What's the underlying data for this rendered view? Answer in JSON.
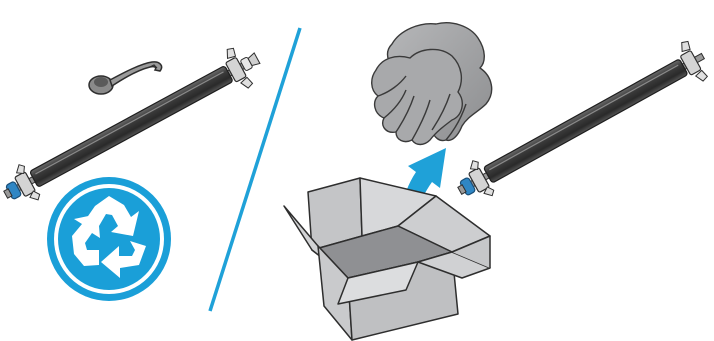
{
  "illustration": {
    "panels": [
      {
        "id": "left-panel",
        "items": [
          "roller",
          "pickup-tool",
          "recycle-icon"
        ]
      },
      {
        "id": "right-panel",
        "items": [
          "gloves",
          "up-arrow",
          "shipping-box",
          "roller"
        ]
      }
    ],
    "colors": {
      "divider": "#1fa1d8",
      "recycle": "#1a9fd8",
      "roller_body": "#3b3b3b",
      "roller_highlight": "#8a8a8a",
      "end_cap_blue": "#2f86c4",
      "glove": "#a3a4a6",
      "glove_outline": "#3a3a3a",
      "box_face": "#c9cacc",
      "box_inside": "#8f9093",
      "arrow": "#1fa1d8",
      "outline": "#2e2e2e"
    },
    "icons": [
      "roller-icon",
      "pickup-tool-icon",
      "recycle-icon",
      "gloves-icon",
      "arrow-icon",
      "box-icon"
    ]
  }
}
